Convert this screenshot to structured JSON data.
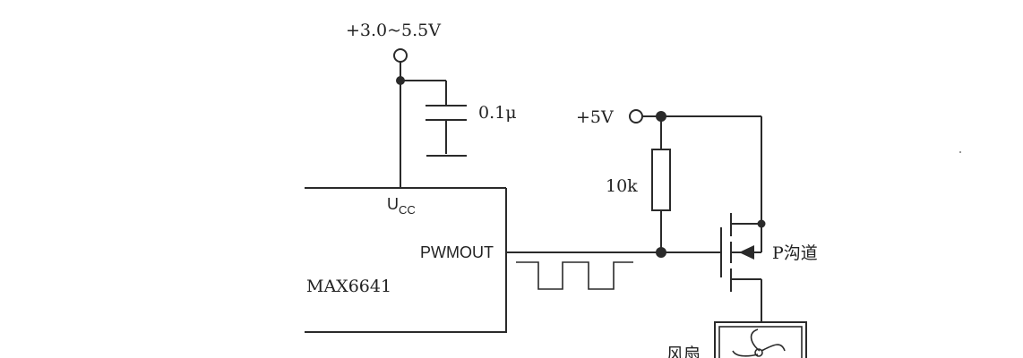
{
  "supply_label": "+3.0~5.5V",
  "capacitor_label": "0.1μ",
  "vcc_pin": {
    "main": "U",
    "sub": "CC"
  },
  "pwm_pin_label": "PWMOUT",
  "chip_label": "MAX6641",
  "fan_supply_label": "+5V",
  "resistor_label": "10k",
  "mosfet_label": "P沟道",
  "fan_label": "风扇",
  "icons": [
    "terminal-icon",
    "capacitor-icon",
    "resistor-icon",
    "mosfet-icon",
    "fan-icon",
    "pwm-waveform-icon"
  ]
}
